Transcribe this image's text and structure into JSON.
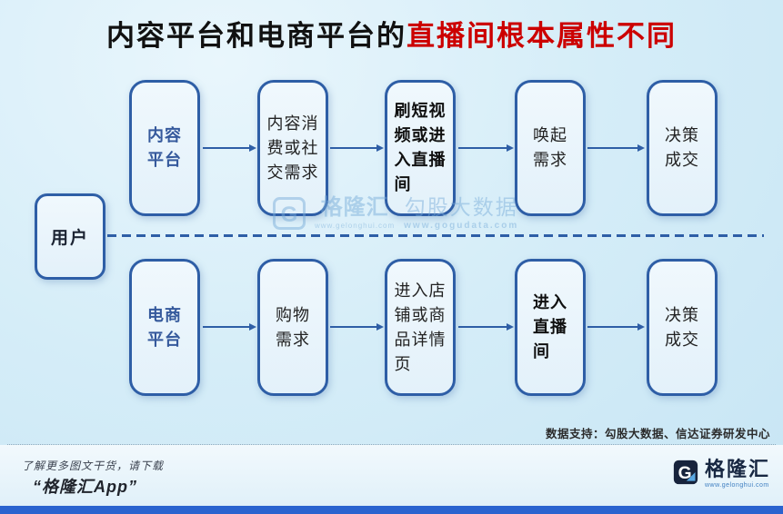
{
  "title": {
    "text_black": "内容平台和电商平台的",
    "text_red": "直播间根本属性不同",
    "highlight_color": "#cc0000"
  },
  "user_box": {
    "label": "用户"
  },
  "top_row": {
    "platform": "内容\n平台",
    "step2": "内容消\n费或社\n交需求",
    "step3": "刷短视\n频或进\n入直播\n间",
    "step4": "唤起\n需求",
    "step5": "决策\n成交"
  },
  "bottom_row": {
    "platform": "电商\n平台",
    "step2": "购物\n需求",
    "step3": "进入店\n铺或商\n品详情\n页",
    "step4": "进入\n直播\n间",
    "step5": "决策\n成交"
  },
  "watermark": {
    "logo_letter": "G",
    "brand": "格隆汇",
    "brand_url": "www.gelonghui.com",
    "product": "勾股大数据",
    "product_url": "www.gogudata.com"
  },
  "source_note": "数据支持：勾股大数据、信达证券研发中心",
  "footer": {
    "promo_line1": "了解更多图文干货，请下载",
    "promo_line2": "“格隆汇App”",
    "logo_letter": "G",
    "logo_text": "格隆汇",
    "logo_url": "www.gelonghui.com"
  },
  "colors": {
    "background": "#d5edf8",
    "box_border": "#2e5ea6",
    "box_fill": "#e9f4fb",
    "platform_text": "#35599c",
    "step_text": "#222222",
    "arrow": "#2e5ea6",
    "dashed_line": "#2e5ea6",
    "bottom_bar": "#2a63cf",
    "title_highlight": "#cc0000",
    "watermark": "#79add9"
  }
}
